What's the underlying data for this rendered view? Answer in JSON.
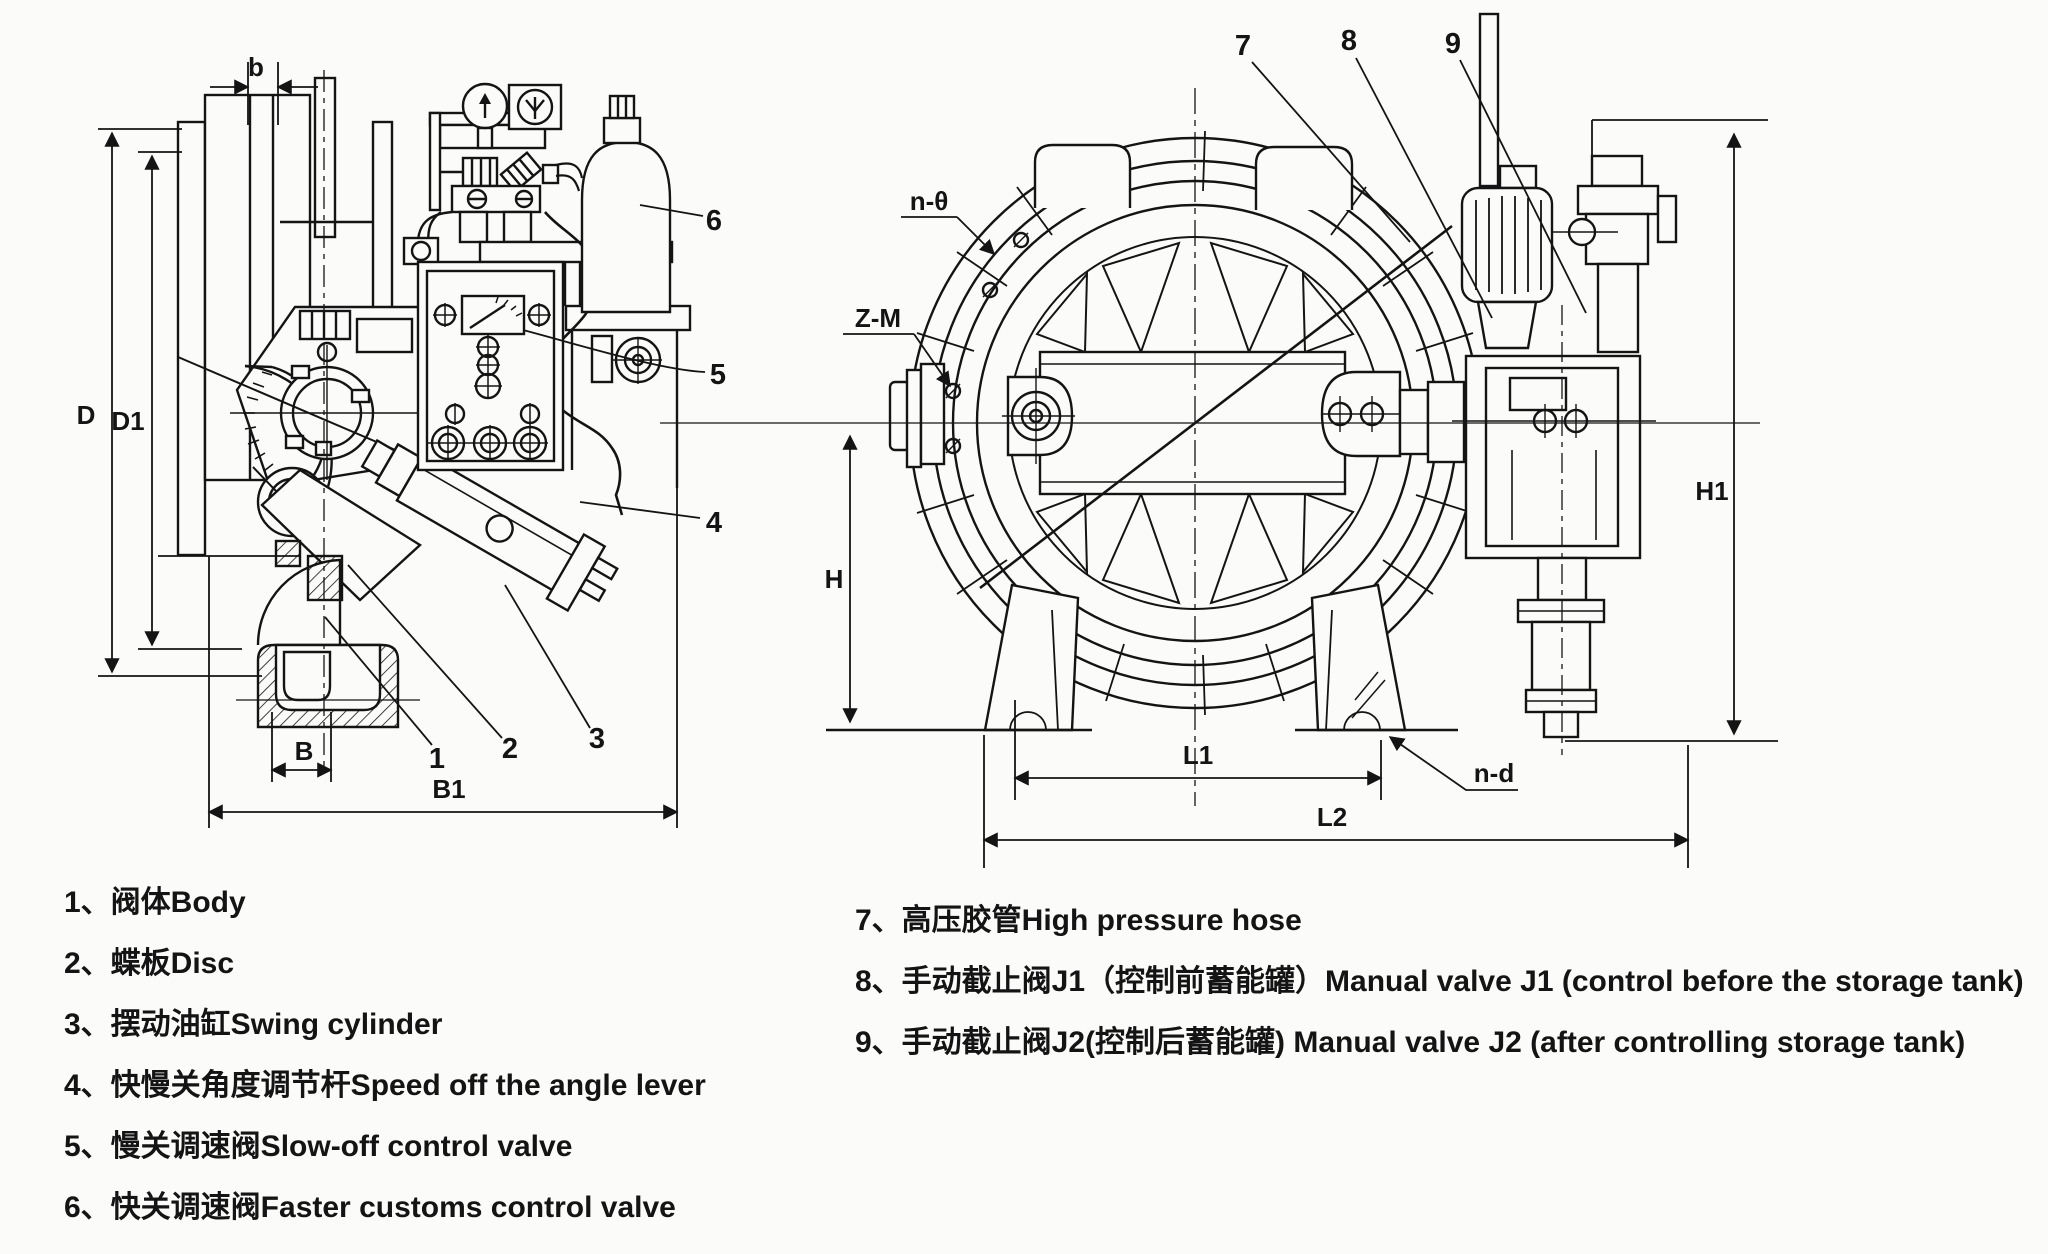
{
  "page": {
    "background": "#fbfbf9",
    "ink": "#141414",
    "type": "butterfly-valve-engineering-drawing"
  },
  "left_view": {
    "dims": {
      "b": "b",
      "D": "D",
      "D1": "D1",
      "B": "B",
      "B1": "B1"
    },
    "callouts": {
      "c1": "1",
      "c2": "2",
      "c3": "3",
      "c4": "4",
      "c5": "5",
      "c6": "6"
    }
  },
  "right_view": {
    "dims": {
      "n_theta": "n-θ",
      "z_m": "Z-M",
      "h": "H",
      "h1": "H1",
      "l1": "L1",
      "l2": "L2",
      "n_d": "n-d"
    },
    "callouts": {
      "c7": "7",
      "c8": "8",
      "c9": "9"
    }
  },
  "legend": {
    "left": [
      "1、阀体Body",
      "2、蝶板Disc",
      "3、摆动油缸Swing cylinder",
      "4、快慢关角度调节杆Speed off the angle lever",
      "5、慢关调速阀Slow-off control valve",
      "6、快关调速阀Faster customs control valve"
    ],
    "right": [
      "7、高压胶管High pressure hose",
      "8、手动截止阀J1（控制前蓄能罐）Manual valve J1 (control before the storage tank)",
      "9、手动截止阀J2(控制后蓄能罐) Manual valve J2 (after controlling storage tank)"
    ]
  }
}
